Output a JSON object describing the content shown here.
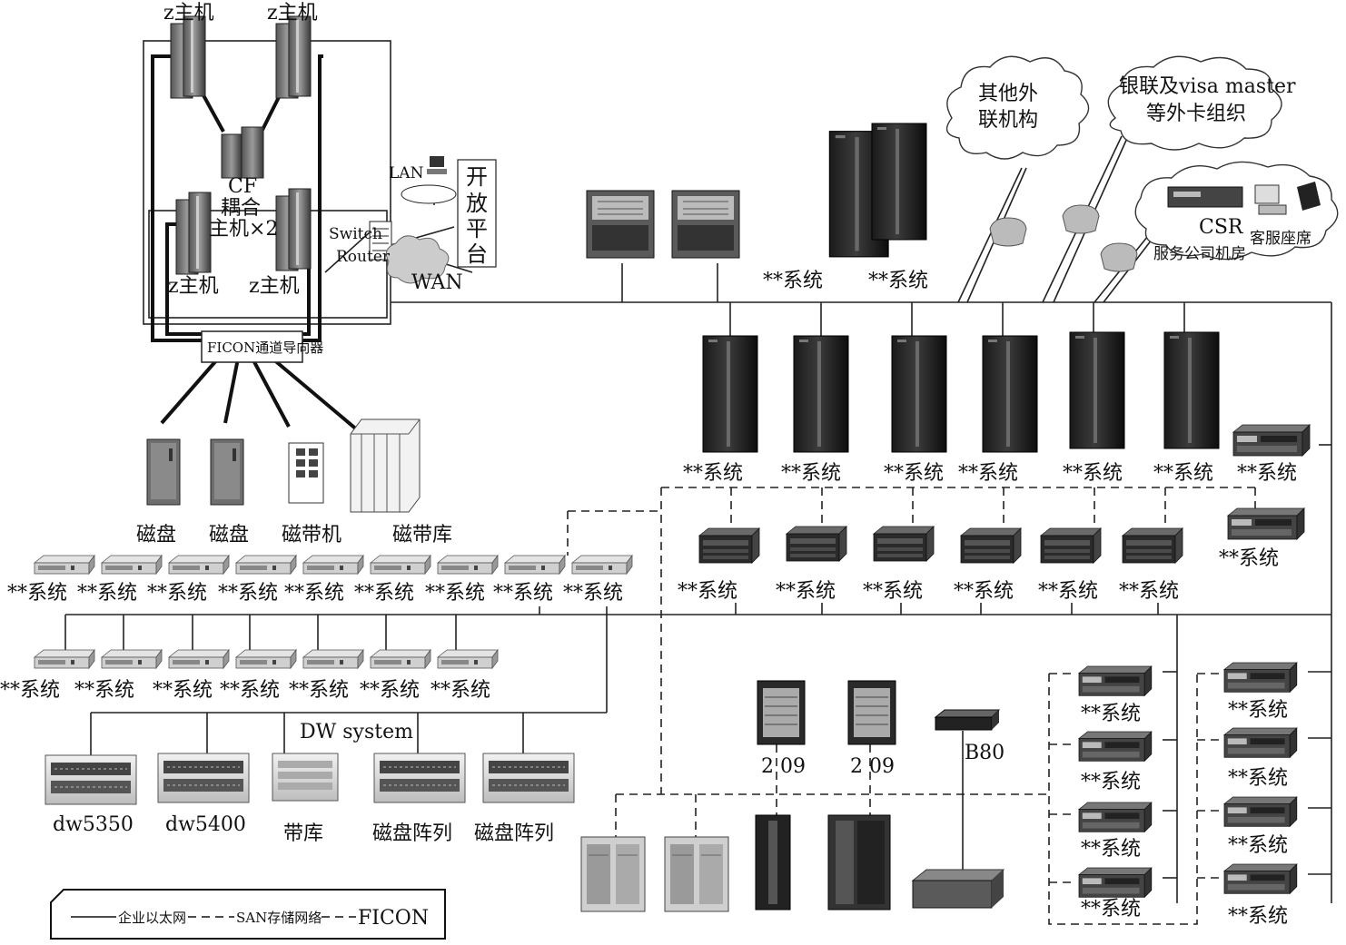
{
  "mainframes": {
    "top_left": "z主机",
    "top_right": "z主机",
    "bottom_left": "z主机",
    "bottom_right": "z主机",
    "cf_line1": "CF",
    "cf_line2": "耦合",
    "cf_line3": "主机×2"
  },
  "network": {
    "lan": "LAN",
    "switch": "Switch",
    "router": "Router",
    "wan": "WAN",
    "open_platform": [
      "开",
      "放",
      "平",
      "台"
    ],
    "ficon_director": "FICON通道导向器"
  },
  "storage_left": {
    "disk1": "磁盘",
    "disk2": "磁盘",
    "tape_drive": "磁带机",
    "tape_library": "磁带库"
  },
  "clouds": {
    "other_line1": "其他外",
    "other_line2": "联机构",
    "card_line1": "银联及visa master",
    "card_line2": "等外卡组织",
    "csr_title": "CSR",
    "csr_seat": "客服座席",
    "csr_room": "服务公司机房"
  },
  "system_label": "**系统",
  "dw": {
    "title": "DW system",
    "dw5350": "dw5350",
    "dw5400": "dw5400",
    "tape": "带库",
    "array1": "磁盘阵列",
    "array2": "磁盘阵列"
  },
  "san": {
    "dir1": "2 09",
    "dir2": "2 09",
    "b80": "B80"
  },
  "legend": {
    "ethernet": "企业以太网",
    "san": "SAN存储网络",
    "ficon": "FICON"
  }
}
